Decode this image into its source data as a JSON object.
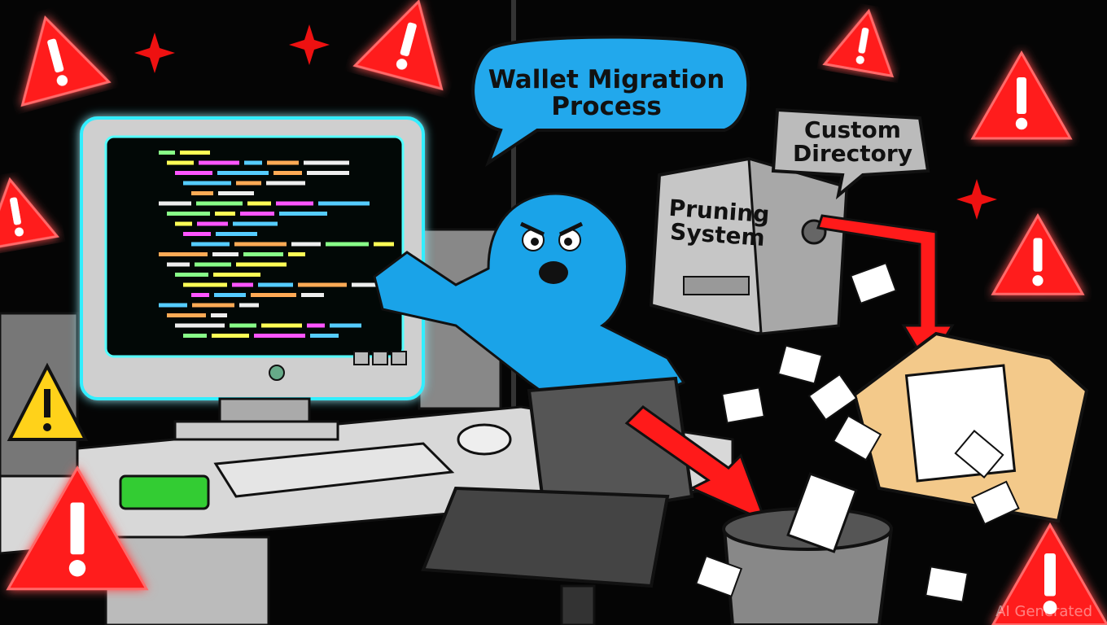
{
  "speech_bubble": {
    "text": "Wallet Migration Process"
  },
  "server_label": {
    "text": "Custom Directory"
  },
  "server_box": {
    "text": "Pruning System"
  },
  "watermark": {
    "text": "AI Generated"
  },
  "colors": {
    "warning_red": "#ff1a1a",
    "character_blue": "#1aa3e8",
    "bubble_blue": "#22a8ec"
  }
}
